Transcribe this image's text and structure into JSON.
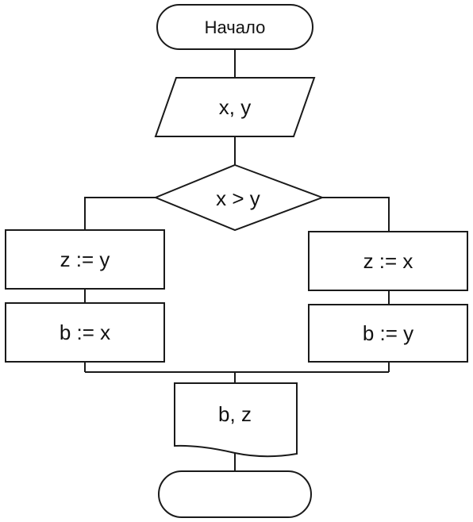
{
  "flowchart": {
    "start": "Начало",
    "input": "x, y",
    "condition": "x > y",
    "branch_left": {
      "assign_z": "z := y",
      "assign_b": "b := x"
    },
    "branch_right": {
      "assign_z": "z := x",
      "assign_b": "b := y"
    },
    "output": "b, z",
    "end": ""
  }
}
